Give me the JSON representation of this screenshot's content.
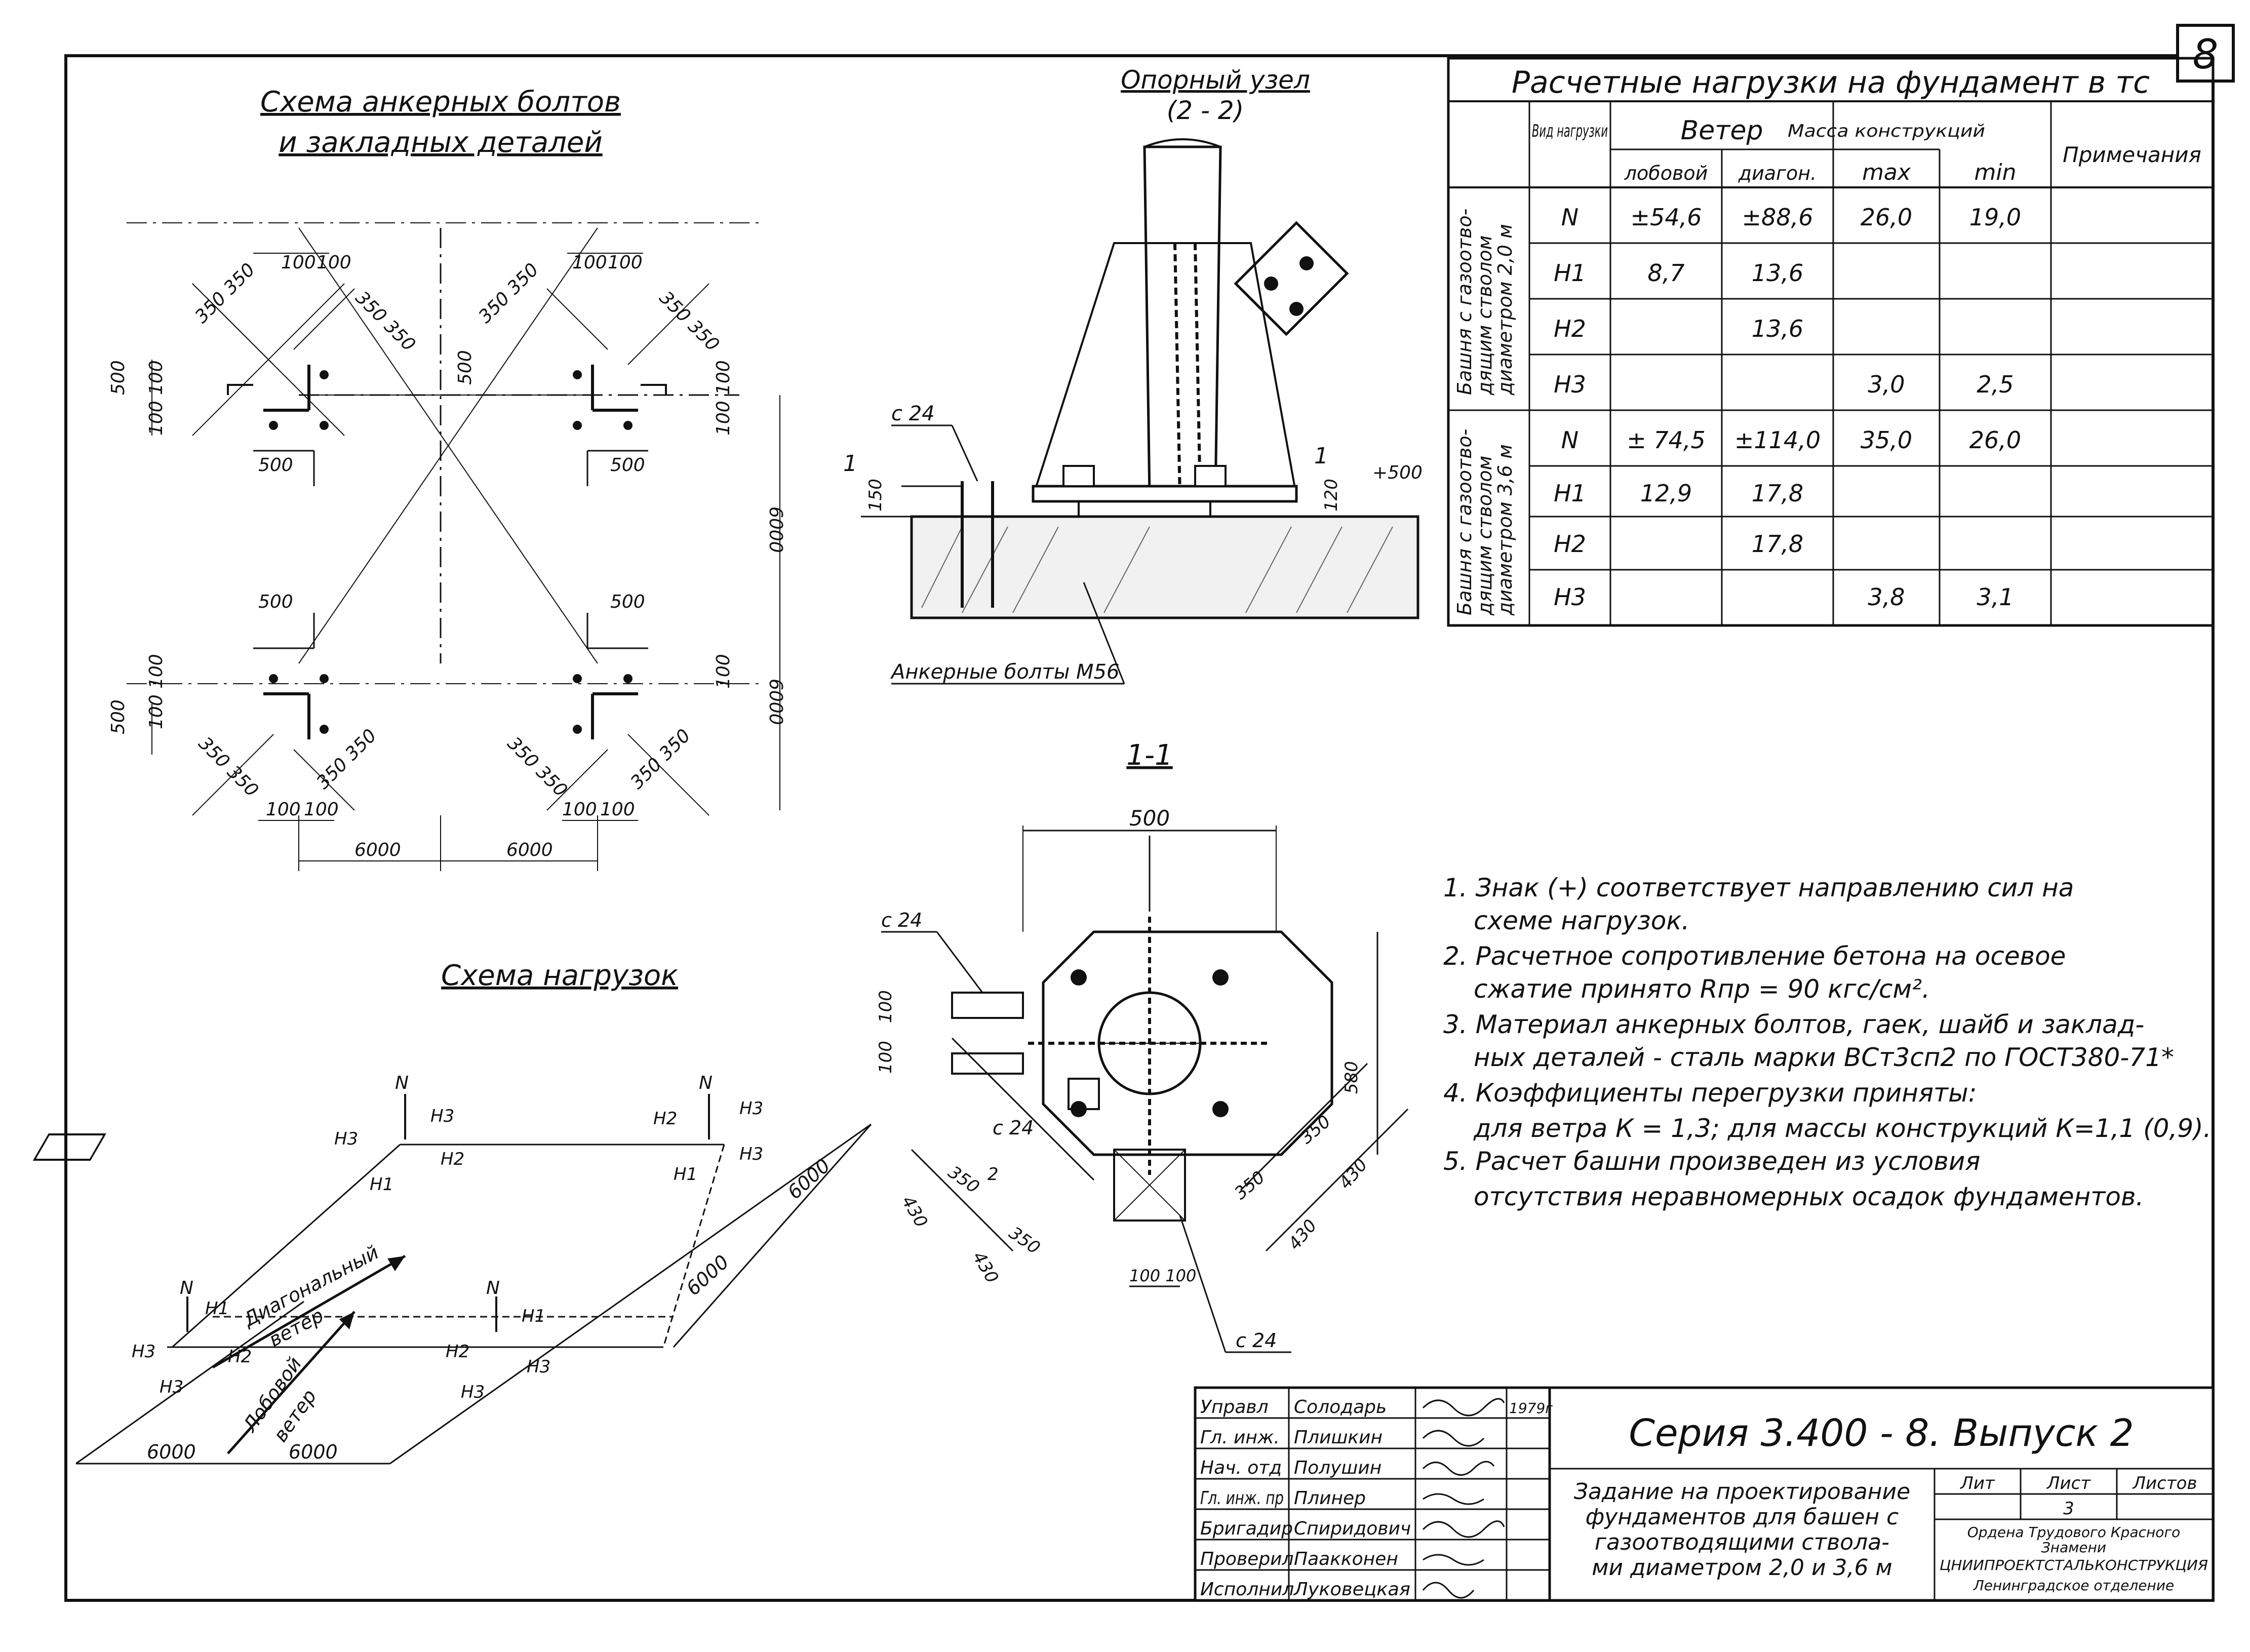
{
  "sheet_number": "8",
  "scheme_anchor": {
    "title_line1": "Схема анкерных болтов",
    "title_line2": "и закладных деталей",
    "dims": {
      "d100": "100",
      "d350": "350",
      "d500": "500",
      "d6000": "6000",
      "d350_350": "350 350"
    }
  },
  "support_node": {
    "title_line1": "Опорный узел",
    "title_line2": "(2 - 2)",
    "c24": "с 24",
    "d150": "150",
    "d120": "120",
    "plus500": "+500",
    "cut_mark": "1",
    "anchor_label": "Анкерные болты М56"
  },
  "section_1_1": {
    "title": "1-1",
    "c24": "с 24",
    "d100": "100",
    "d350": "350",
    "d430": "430",
    "d500": "500",
    "d580": "580",
    "d100_100": "100 100",
    "d2": "2"
  },
  "load_scheme": {
    "title": "Схема нагрузок",
    "N": "N",
    "H1": "H1",
    "H2": "H2",
    "H3": "H3",
    "diagonal_wind_1": "Диагональный",
    "diagonal_wind_2": "ветер",
    "frontal_wind_1": "Лобовой",
    "frontal_wind_2": "ветер",
    "d6000": "6000"
  },
  "loads_table": {
    "title": "Расчетные нагрузки на фундамент в тс",
    "headers": {
      "type": "Вид нагрузки",
      "wind": "Ветер",
      "frontal": "лобовой",
      "diagonal": "диагон.",
      "mass": "Масса конструкций",
      "max": "max",
      "min": "min",
      "notes": "Примечания"
    },
    "groups": [
      {
        "label_lines": [
          "Башня с газоотво-",
          "дящим стволом",
          "диаметром 2,0 м"
        ],
        "rows": [
          {
            "type": "N",
            "frontal": "±54,6",
            "diagonal": "±88,6",
            "max": "26,0",
            "min": "19,0"
          },
          {
            "type": "H1",
            "frontal": "8,7",
            "diagonal": "13,6",
            "max": "",
            "min": ""
          },
          {
            "type": "H2",
            "frontal": "",
            "diagonal": "13,6",
            "max": "",
            "min": ""
          },
          {
            "type": "H3",
            "frontal": "",
            "diagonal": "",
            "max": "3,0",
            "min": "2,5"
          }
        ]
      },
      {
        "label_lines": [
          "Башня с газоотво-",
          "дящим стволом",
          "диаметром 3,6 м"
        ],
        "rows": [
          {
            "type": "N",
            "frontal": "± 74,5",
            "diagonal": "±114,0",
            "max": "35,0",
            "min": "26,0"
          },
          {
            "type": "H1",
            "frontal": "12,9",
            "diagonal": "17,8",
            "max": "",
            "min": ""
          },
          {
            "type": "H2",
            "frontal": "",
            "diagonal": "17,8",
            "max": "",
            "min": ""
          },
          {
            "type": "H3",
            "frontal": "",
            "diagonal": "",
            "max": "3,8",
            "min": "3,1"
          }
        ]
      }
    ]
  },
  "notes": [
    "1. Знак (+) соответствует направлению сил на",
    "схеме нагрузок.",
    "2. Расчетное сопротивление бетона на осевое",
    "сжатие принято Rпр = 90 кгс/см².",
    "3. Материал анкерных болтов, гаек, шайб и заклад-",
    "ных деталей - сталь марки ВСт3сп2 по ГОСТ380-71*",
    "4. Коэффициенты перегрузки приняты:",
    "для ветра К = 1,3; для массы конструкций К=1,1 (0,9).",
    "5. Расчет башни произведен из условия",
    "отсутствия неравномерных осадок фундаментов."
  ],
  "title_block": {
    "roles": [
      "Управл",
      "Гл. инж.",
      "Нач. отд",
      "Гл. инж. пр",
      "Бригадир",
      "Проверил",
      "Исполнил"
    ],
    "names": [
      "Солодарь",
      "Плишкин",
      "Полушин",
      "Плинер",
      "Спиридович",
      "Паакконен",
      "Луковецкая"
    ],
    "year": "1979г",
    "series": "Серия 3.400 - 8. Выпуск 2",
    "task_lines": [
      "Задание на проектирование",
      "фундаментов для башен с",
      "газоотводящими ствола-",
      "ми диаметром 2,0 и 3,6 м"
    ],
    "lit": "Лит",
    "sheet": "Лист",
    "sheets": "Листов",
    "sheet_no": "3",
    "org_lines": [
      "Ордена Трудового Красного",
      "Знамени",
      "ЦНИИПРОЕКТСТАЛЬКОНСТРУКЦИЯ",
      "Ленинградское отделение"
    ]
  }
}
